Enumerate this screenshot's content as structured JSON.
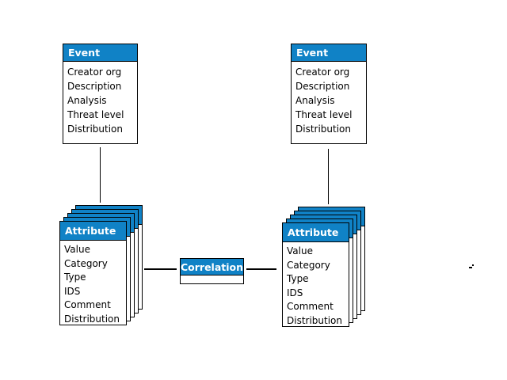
{
  "page": {
    "background": "#ffffff"
  },
  "colors": {
    "header_blue": "#1082C6",
    "border_black": "#000000",
    "header_text": "#ffffff",
    "body_text": "#000000",
    "page_bg": "#ffffff"
  },
  "entities": {
    "left_event": {
      "title": "Event",
      "fields": [
        "Creator org",
        "Description",
        "Analysis",
        "Threat level",
        "Distribution"
      ]
    },
    "right_event": {
      "title": "Event",
      "fields": [
        "Creator org",
        "Description",
        "Analysis",
        "Threat level",
        "Distribution"
      ]
    },
    "left_attribute": {
      "title": "Attribute",
      "stack_layers": 5,
      "fields": [
        "Value",
        "Category",
        "Type",
        "IDS",
        "Comment",
        "Distribution"
      ]
    },
    "right_attribute": {
      "title": "Attribute",
      "stack_layers": 5,
      "fields": [
        "Value",
        "Category",
        "Type",
        "IDS",
        "Comment",
        "Distribution"
      ]
    },
    "correlation": {
      "title": "Correlation"
    }
  },
  "connectors": [
    {
      "name": "left-event-to-left-attribute",
      "type": "vertical"
    },
    {
      "name": "right-event-to-right-attribute",
      "type": "vertical"
    },
    {
      "name": "left-attribute-to-correlation",
      "type": "horizontal"
    },
    {
      "name": "correlation-to-right-attribute",
      "type": "horizontal"
    }
  ]
}
